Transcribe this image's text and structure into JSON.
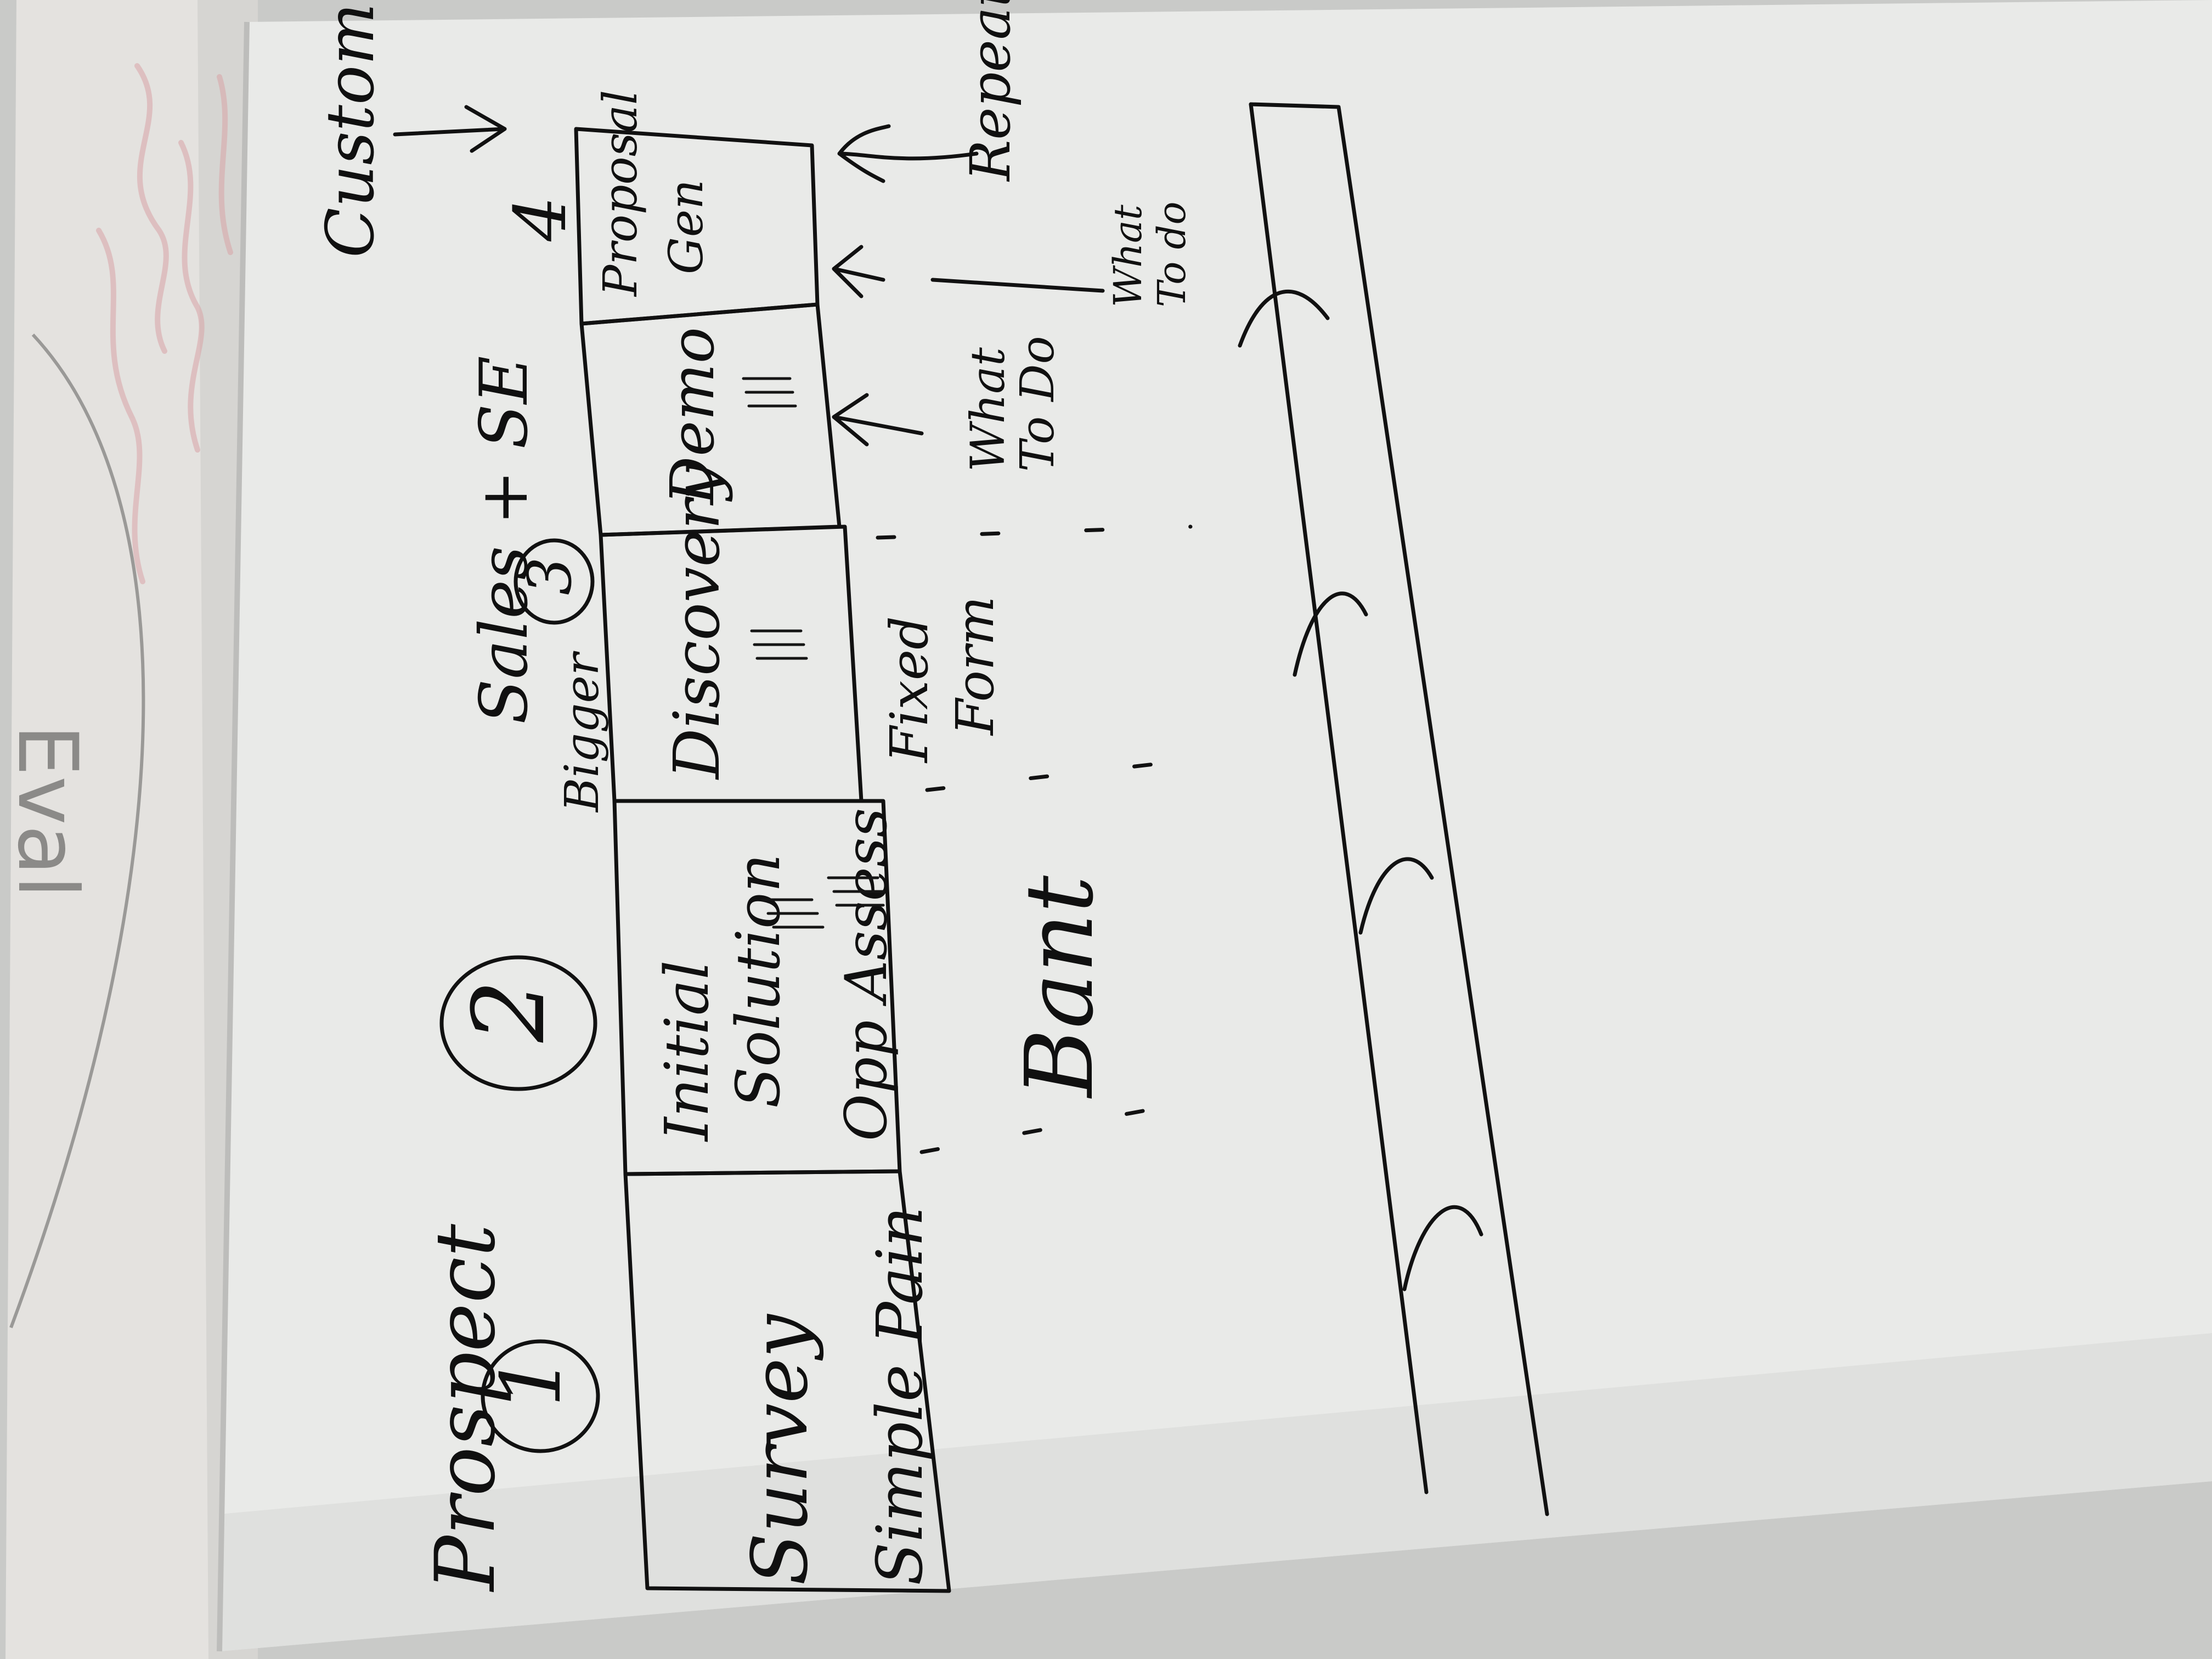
{
  "photo": {
    "colors": {
      "paper": "#e9eae8",
      "paper_shadow": "#d7d8d6",
      "ink": "#111111",
      "back_sheet": "#e4e2df",
      "bleed_through": "#d8a4a8",
      "wall": "#c9cac8"
    }
  },
  "flipchart": {
    "top_label_left": "Prospect",
    "top_label_right": "Customer",
    "stages": [
      {
        "number": "1",
        "box_text": [
          "Survey",
          "Simple Pain"
        ],
        "below_text": []
      },
      {
        "number": "2",
        "box_text": [
          "Initial",
          "Solution",
          "Opp Assess"
        ],
        "below_text": [
          "Bant"
        ]
      },
      {
        "number": "3",
        "box_text": [
          "Bigger",
          "Discovery"
        ],
        "below_text": [
          "Fixed",
          "Form"
        ]
      },
      {
        "number": "",
        "box_text": [
          "Demo"
        ],
        "below_text": [
          "What",
          "To Do"
        ]
      },
      {
        "number": "4",
        "box_text": [
          "Proposal",
          "Gen"
        ],
        "below_text": [
          "What",
          "To do"
        ]
      }
    ],
    "header_annotation": "Sales + SE",
    "right_annotation": "Repeat",
    "back_sheet_pencil_text": "Eval"
  }
}
